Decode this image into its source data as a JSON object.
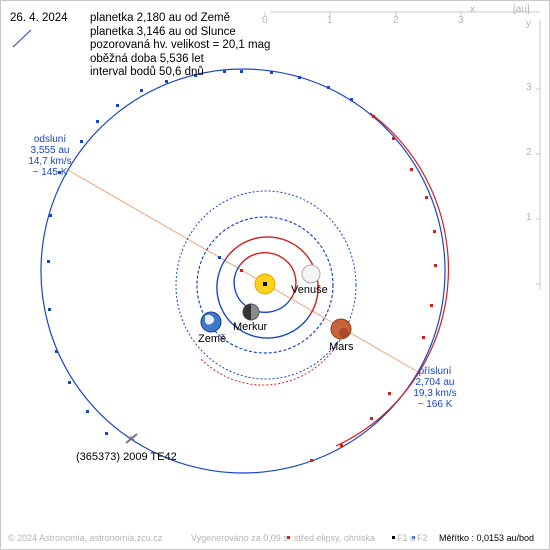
{
  "date": "26. 4. 2024",
  "info": [
    "planetka 2,180 au od Země",
    "planetka 3,146 au od Slunce",
    "pozorovaná hv. velikost = 20,1 mag",
    "oběžná doba 5,536 let",
    "interval bodů 50,6 dnů"
  ],
  "aphelion": {
    "title": "odsluní",
    "dist": "3,555 au",
    "speed": "14,7 km/s",
    "temp": "~ 145 K"
  },
  "perihelion": {
    "title": "přísluní",
    "dist": "2,704 au",
    "speed": "19,3 km/s",
    "temp": "~ 166 K"
  },
  "asteroid_name": "(365373) 2009 TE42",
  "planets": {
    "venus": "Venuše",
    "mercury": "Merkur",
    "earth": "Země",
    "mars": "Mars"
  },
  "axis": {
    "unit": "[au]",
    "x_name": "x",
    "y_name": "y",
    "x_ticks": [
      "0",
      "1",
      "2",
      "3"
    ],
    "y_ticks": [
      "3",
      "2",
      "1"
    ]
  },
  "footer": {
    "copyright": "© 2024 Astronomia, astronomia.zcu.cz",
    "generated": "Vygenerováno za 0,09 s",
    "ellipse_center": "střed elipsy, ohniska",
    "f1": "F1 a",
    "f2": "F2",
    "scale": "Měřítko : 0,0153 au/bod"
  },
  "colors": {
    "orbit_blue": "#1846c8",
    "orbit_red": "#d21e1e",
    "apsis_line": "#f2a27a",
    "sun": "#ffd21e",
    "grid_text": "#b4b4b4"
  }
}
